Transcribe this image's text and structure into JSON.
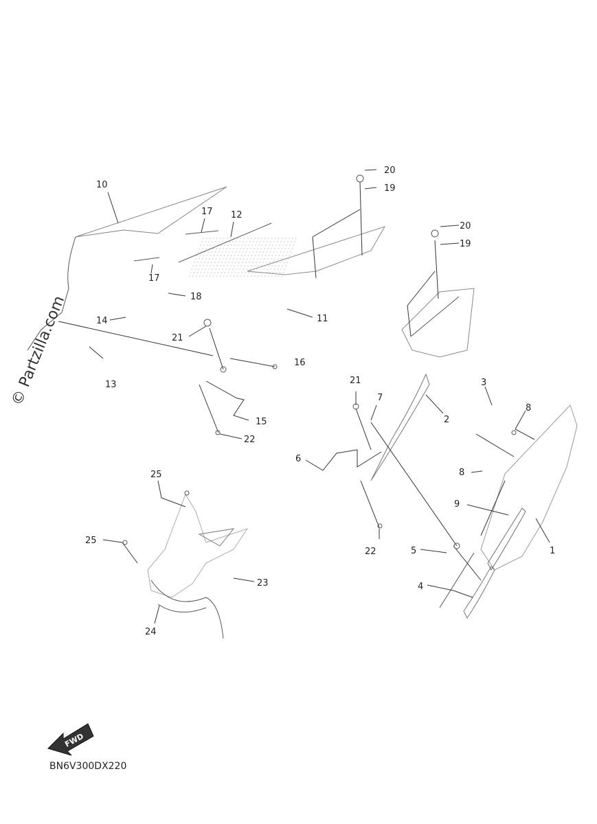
{
  "watermark": "© Partzilla.com",
  "diagram_code": "BN6V300DX220",
  "fwd_label": "FWD",
  "callouts": {
    "c1": "1",
    "c2": "2",
    "c3": "3",
    "c4": "4",
    "c5": "5",
    "c6": "6",
    "c7": "7",
    "c8a": "8",
    "c8b": "8",
    "c9": "9",
    "c10": "10",
    "c11": "11",
    "c12": "12",
    "c13": "13",
    "c14": "14",
    "c15": "15",
    "c16": "16",
    "c17a": "17",
    "c17b": "17",
    "c18": "18",
    "c19a": "19",
    "c19b": "19",
    "c20a": "20",
    "c20b": "20",
    "c21a": "21",
    "c21b": "21",
    "c22a": "22",
    "c22b": "22",
    "c23": "23",
    "c24": "24",
    "c25a": "25",
    "c25b": "25"
  },
  "colors": {
    "ink": "#222222",
    "part_shade": "#555555",
    "background": "#ffffff"
  }
}
